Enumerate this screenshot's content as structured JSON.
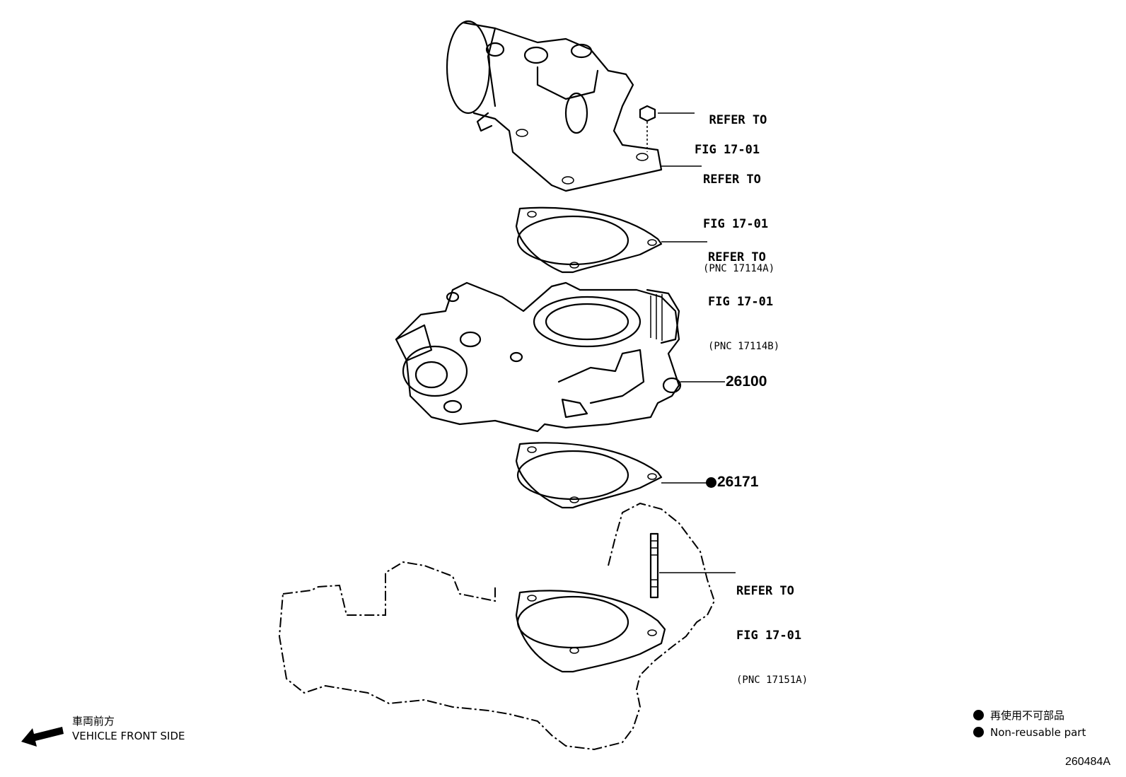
{
  "callouts": [
    {
      "ref": "REFER TO",
      "fig": "FIG 17-01",
      "pnc": ""
    },
    {
      "ref": "REFER TO",
      "fig": "FIG 17-01",
      "pnc": "(PNC 17114A)"
    },
    {
      "ref": "REFER TO",
      "fig": "FIG 17-01",
      "pnc": "(PNC 17114B)"
    },
    {
      "ref": "REFER TO",
      "fig": "FIG 17-01",
      "pnc": "(PNC 17151A)"
    }
  ],
  "parts": {
    "throttle_body": "26100",
    "gasket": "26171"
  },
  "legend": {
    "jp": "再使用不可部品",
    "en": "Non-reusable part"
  },
  "front": {
    "jp": "車両前方",
    "en": "VEHICLE FRONT SIDE"
  },
  "diagram_code": "260484A"
}
